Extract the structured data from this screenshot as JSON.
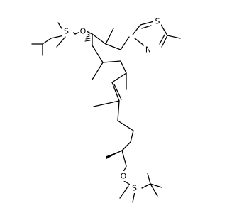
{
  "molecule": {
    "atom_labels": {
      "si_top": "Si",
      "o_top": "O",
      "s_ring": "S",
      "n_ring": "N",
      "o_bottom": "O",
      "si_bottom": "Si"
    },
    "colors": {
      "bond": "#000000",
      "label": "#000000",
      "background": "#ffffff"
    }
  }
}
